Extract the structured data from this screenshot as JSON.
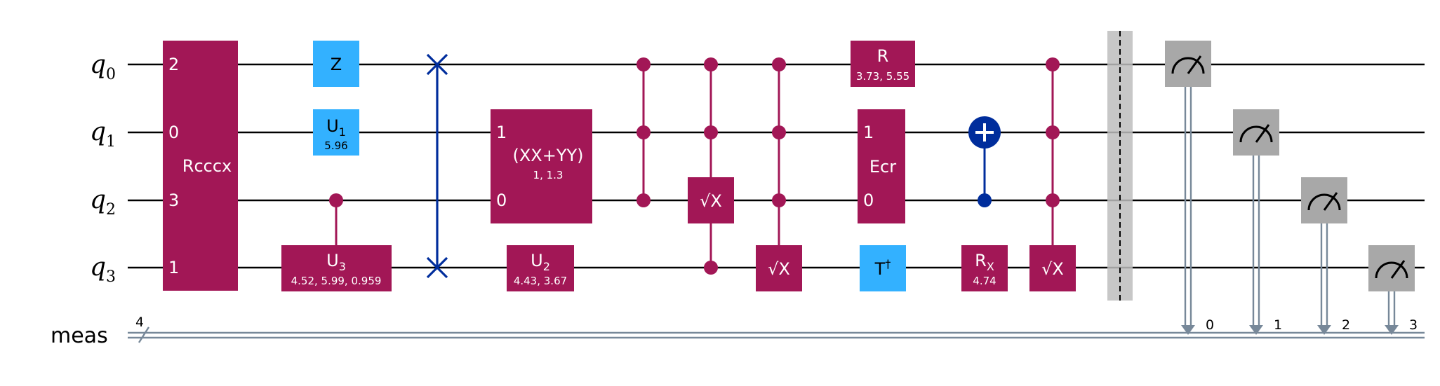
{
  "colors": {
    "multi_qubit_gate": "#A21756",
    "single_qubit_gate": "#33B1FF",
    "swap_and_cx": "#002D9C",
    "measure": "#A8A8A8",
    "barrier": "#BDBDBD",
    "classical_wire": "#778899",
    "quantum_wire": "#000000"
  },
  "qubits": [
    {
      "name": "q",
      "index": "0"
    },
    {
      "name": "q",
      "index": "1"
    },
    {
      "name": "q",
      "index": "2"
    },
    {
      "name": "q",
      "index": "3"
    }
  ],
  "classical_register": {
    "name": "meas",
    "size": "4"
  },
  "gates": {
    "rcccx": {
      "label": "Rcccx",
      "pins": [
        "2",
        "0",
        "3",
        "1"
      ]
    },
    "z": {
      "label": "Z"
    },
    "u1": {
      "label": "U",
      "sub": "1",
      "params": "5.96"
    },
    "u3": {
      "label": "U",
      "sub": "3",
      "params": "4.52, 5.99, 0.959"
    },
    "xxyy": {
      "label": "(XX+YY)",
      "params": "1, 1.3",
      "pins": [
        "1",
        "0"
      ]
    },
    "u2": {
      "label": "U",
      "sub": "2",
      "params": "4.43, 3.67"
    },
    "sx": {
      "label": "√X"
    },
    "r": {
      "label": "R",
      "params": "3.73, 5.55"
    },
    "ecr": {
      "label": "Ecr",
      "pins": [
        "1",
        "0"
      ]
    },
    "tdg": {
      "label": "T",
      "sup": "†"
    },
    "rx": {
      "label": "R",
      "sub": "X",
      "params": "4.74"
    }
  },
  "measure_bits": [
    "0",
    "1",
    "2",
    "3"
  ]
}
